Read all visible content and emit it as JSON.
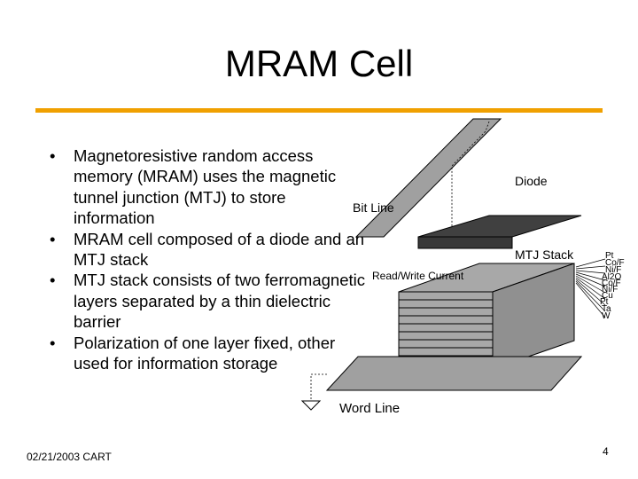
{
  "slide": {
    "title": "MRAM Cell",
    "bullets": [
      "Magnetoresistive random access memory (MRAM) uses the magnetic tunnel junction (MTJ) to store information",
      "MRAM cell composed of a diode and an MTJ stack",
      "MTJ stack consists of two ferromagnetic layers separated by a thin dielectric barrier",
      "Polarization of one layer fixed, other used for information storage"
    ],
    "footer_left": "02/21/2003 CART",
    "page_number": "4",
    "accent_color": "#f0a000"
  },
  "diagram": {
    "labels": {
      "bit_line": "Bit Line",
      "diode": "Diode",
      "mtj_stack": "MTJ Stack",
      "read_write_current": "Read/Write Current",
      "word_line": "Word Line"
    },
    "layers": [
      "Pt",
      "Co/F",
      "Ni/F",
      "Al2O",
      "Co/F",
      "Ni/F",
      "Cu",
      "Pt",
      "Ta",
      "W"
    ],
    "colors": {
      "line_gray": "#a0a0a0",
      "diode_dark": "#404040",
      "stack_layer": "#a8a8a8",
      "stack_edge": "#000000"
    }
  }
}
